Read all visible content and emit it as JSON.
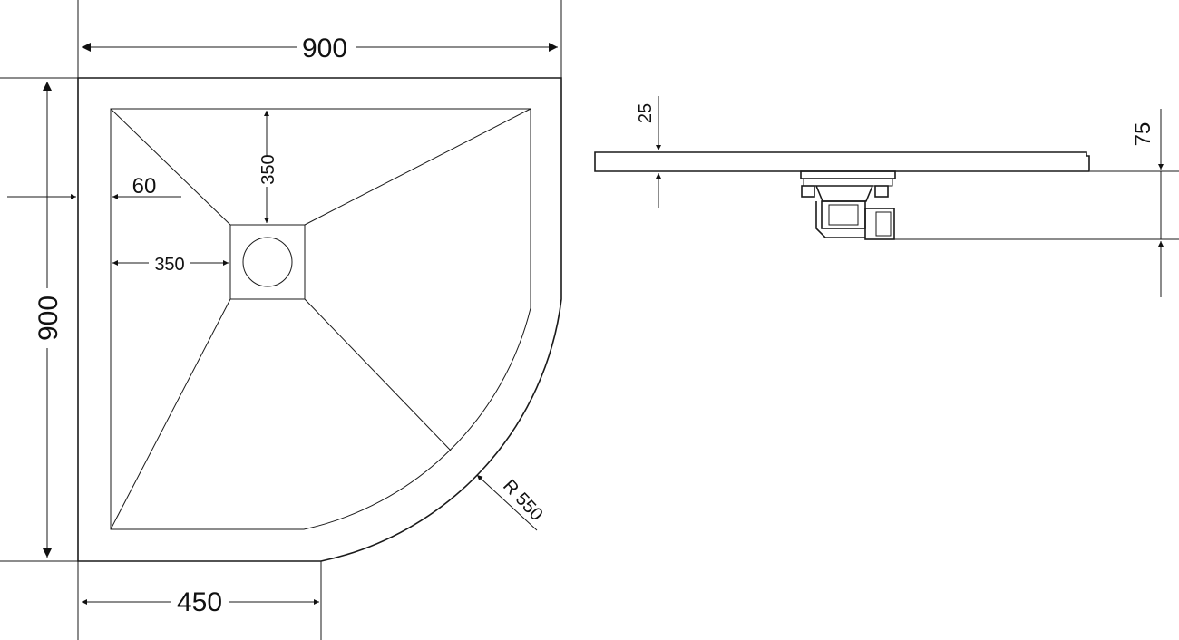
{
  "drawing": {
    "plan": {
      "width_label": "900",
      "height_label": "900",
      "straight_label": "450",
      "border_label": "60",
      "drain_x_label": "350",
      "drain_y_label": "350",
      "radius_label": "R 550"
    },
    "side": {
      "thickness_label": "25",
      "total_height_label": "75"
    },
    "colors": {
      "line": "#1a1a1a",
      "background": "#ffffff"
    }
  }
}
